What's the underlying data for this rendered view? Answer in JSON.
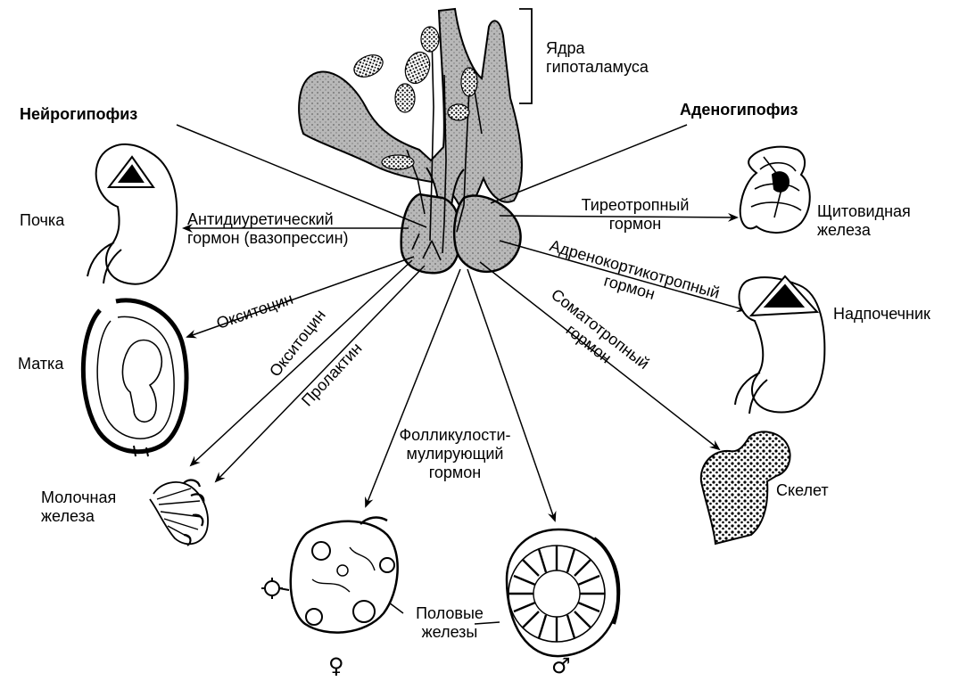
{
  "labels": {
    "hypothalamus_nuclei": [
      "Ядра",
      "гипоталамуса"
    ],
    "neurohypophysis": "Нейрогипофиз",
    "adenohypophysis": "Аденогипофиз",
    "kidney": "Почка",
    "adh": [
      "Антидиуретический",
      "гормон (вазопрессин)"
    ],
    "tsh": [
      "Тиреотропный",
      "гормон"
    ],
    "thyroid": [
      "Щитовидная",
      "железа"
    ],
    "acth": [
      "Адренокортикотропный",
      "гормон"
    ],
    "adrenal": "Надпочечник",
    "oxytocin_1": "Окситоцин",
    "oxytocin_2": "Окситоцин",
    "prolactin": "Пролактин",
    "uterus": "Матка",
    "gh": [
      "Соматотропный",
      "гормон"
    ],
    "skeleton": "Скелет",
    "mammary": [
      "Молочная",
      "железа"
    ],
    "fsh": [
      "Фолликулости-",
      "мулирующий",
      "гормон"
    ],
    "gonads": [
      "Половые",
      "железы"
    ],
    "female_symbol": "♀",
    "male_symbol": "♂"
  }
}
